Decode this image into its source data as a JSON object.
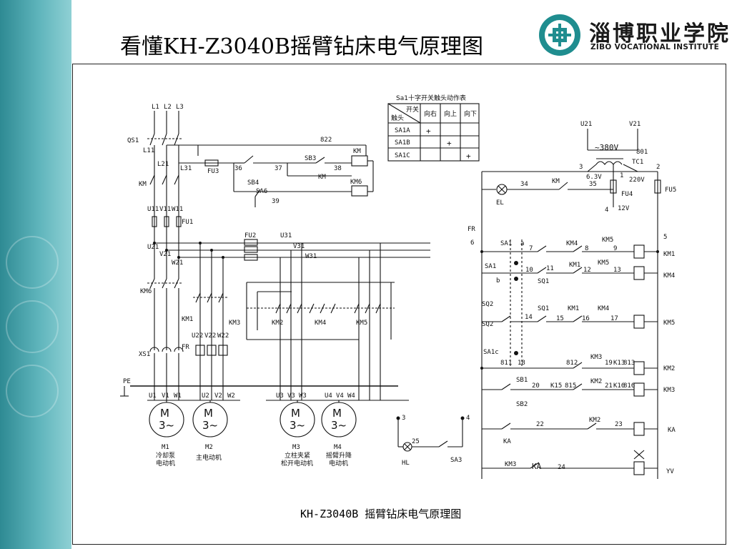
{
  "slide": {
    "title": "看懂KH-Z3040B摇臂钻床电气原理图"
  },
  "logo": {
    "name_cn": "淄博职业学院",
    "name_en": "ZIBO VOCATIONAL INSTITUTE"
  },
  "colors": {
    "band": "#2e8a93",
    "logo_teal": "#1f8d8f"
  },
  "diagram": {
    "caption": "KH-Z3040B 摇臂钻床电气原理图",
    "table": {
      "title": "Sa1十字开关触头动作表",
      "corner_top": "开关",
      "corner_bottom": "触头",
      "col_right": "向右",
      "col_up": "向上",
      "col_down": "向下",
      "rows": [
        "SA1A",
        "SA1B",
        "SA1C"
      ],
      "mark": "+"
    },
    "labels": {
      "l1": "L1",
      "l2": "L2",
      "l3": "L3",
      "qs1": "QS1",
      "l11": "L11",
      "l21": "L21",
      "l31": "L31",
      "fu3": "FU3",
      "n36": "36",
      "sb4": "SB4",
      "sa6": "SA6",
      "n39": "39",
      "n37": "37",
      "sb3": "SB3",
      "km_small": "KM",
      "n38": "38",
      "n822": "822",
      "km_coil": "KM",
      "km6_coil": "KM6",
      "km_main": "KM",
      "u11": "U11",
      "v11": "V11",
      "w11": "W11",
      "fu1": "FU1",
      "u21": "U21",
      "v21": "V21",
      "w21": "W21",
      "km6": "KM6",
      "fu2": "FU2",
      "u31": "U31",
      "v31": "V31",
      "w31": "W31",
      "km1": "KM1",
      "u22": "U22",
      "v22": "V22",
      "w22": "W22",
      "km3": "KM3",
      "km2": "KM2",
      "km4": "KM4",
      "km5": "KM5",
      "fr": "FR",
      "xs1": "XS1",
      "pe": "PE",
      "m_u1": "U1",
      "m_v1": "V1",
      "m_w1": "W1",
      "m_u2": "U2",
      "m_v2": "V2",
      "m_w2": "W2",
      "m_u3": "U3",
      "m_v3": "V3",
      "m_w3": "W3",
      "m_u4": "U4",
      "m_v4": "V4",
      "m_w4": "W4",
      "motor_m": "M",
      "motor_3": "3~",
      "m1": "M1",
      "m1_name1": "冷却泵",
      "m1_name2": "电动机",
      "m2": "M2",
      "m2_name": "主电动机",
      "m3": "M3",
      "m3_name1": "立柱夹紧",
      "m3_name2": "松开电动机",
      "m4": "M4",
      "m4_name1": "摇臂升降",
      "m4_name2": "电动机",
      "tu21": "U21",
      "tv21": "V21",
      "v380": "~380V",
      "n801": "801",
      "tc1": "TC1",
      "n3": "3",
      "v63": "6.3V",
      "n1": "1",
      "v220": "220V",
      "n2": "2",
      "fu4": "FU4",
      "n4": "4",
      "v12": "12V",
      "fu5": "FU5",
      "el": "EL",
      "n34": "34",
      "km_lamp": "KM",
      "n35": "35",
      "fr_c": "FR",
      "n6": "6",
      "n5": "5",
      "sa1": "SA1",
      "a": "a",
      "n7": "7",
      "km4_r1": "KM4",
      "n8": "8",
      "km5_r1": "KM5",
      "n9": "9",
      "km1_coil": "KM1",
      "sa1_b": "SA1",
      "b": "b",
      "n10": "10",
      "n11": "11",
      "km1_r2": "KM1",
      "n12": "12",
      "km5_r2": "KM5",
      "n13": "13",
      "sq1_r2": "SQ1",
      "km4_coil": "KM4",
      "sq2_a": "SQ2",
      "sq2_b": "SQ2",
      "n14": "14",
      "sq1_r3": "SQ1",
      "n15": "15",
      "km1_r3": "KM1",
      "n16": "16",
      "km4_r3": "KM4",
      "n17": "17",
      "km5_coil": "KM5",
      "sa1c": "SA1c",
      "n811": "811",
      "n18": "18",
      "n812": "812",
      "km3_r4": "KM3",
      "n19": "19",
      "k13": "K13",
      "n813": "813",
      "km2_coil": "KM2",
      "sb1": "SB1",
      "n20": "20",
      "k15": "K15",
      "n815": "815",
      "km2_r5": "KM2",
      "n21": "21",
      "k16": "K16",
      "n816": "816",
      "km3_coil": "KM3",
      "sb2": "SB2",
      "n22": "22",
      "km2_r6": "KM2",
      "n23": "23",
      "ka_contact": "KA",
      "ka_coil": "KA",
      "km3_r7": "KM3",
      "ka_r7": "KA",
      "n24": "24",
      "yv": "YV",
      "hl_3": "3",
      "hl_4": "4",
      "n25": "25",
      "hl": "HL",
      "sa3": "SA3"
    }
  }
}
